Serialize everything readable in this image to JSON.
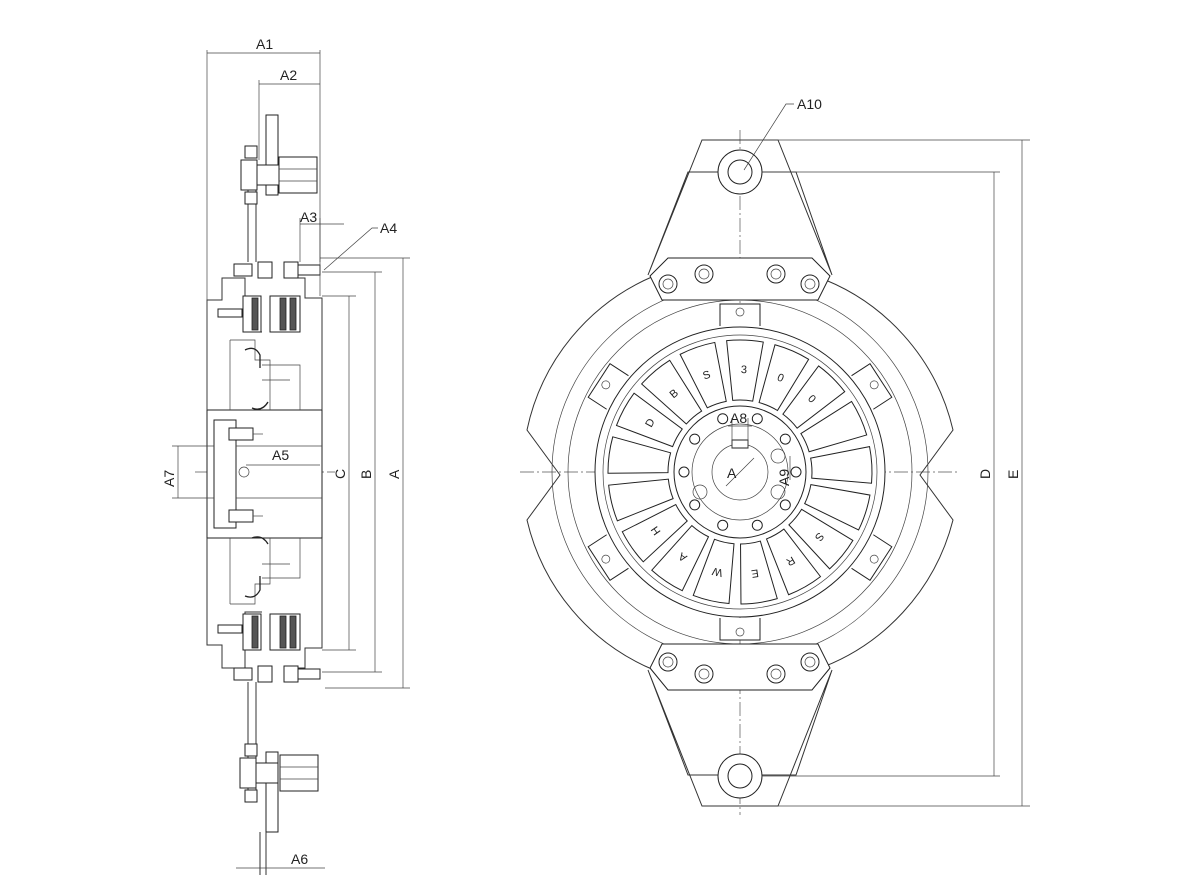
{
  "dimensions": {
    "A1": "A1",
    "A2": "A2",
    "A3": "A3",
    "A4": "A4",
    "A5": "A5",
    "A6": "A6",
    "A7": "A7",
    "A8": "A8",
    "A9": "A9",
    "A10": "A10",
    "A": "A",
    "B": "B",
    "C": "C",
    "D": "D",
    "E": "E"
  },
  "segment_letters": [
    "S",
    "3",
    "0",
    "0",
    "",
    "",
    "",
    "S",
    "R",
    "E",
    "W",
    "A",
    "H",
    "",
    "",
    "D",
    "B"
  ],
  "hub_label": "A",
  "colors": {
    "line": "#333333",
    "background": "#ffffff"
  }
}
